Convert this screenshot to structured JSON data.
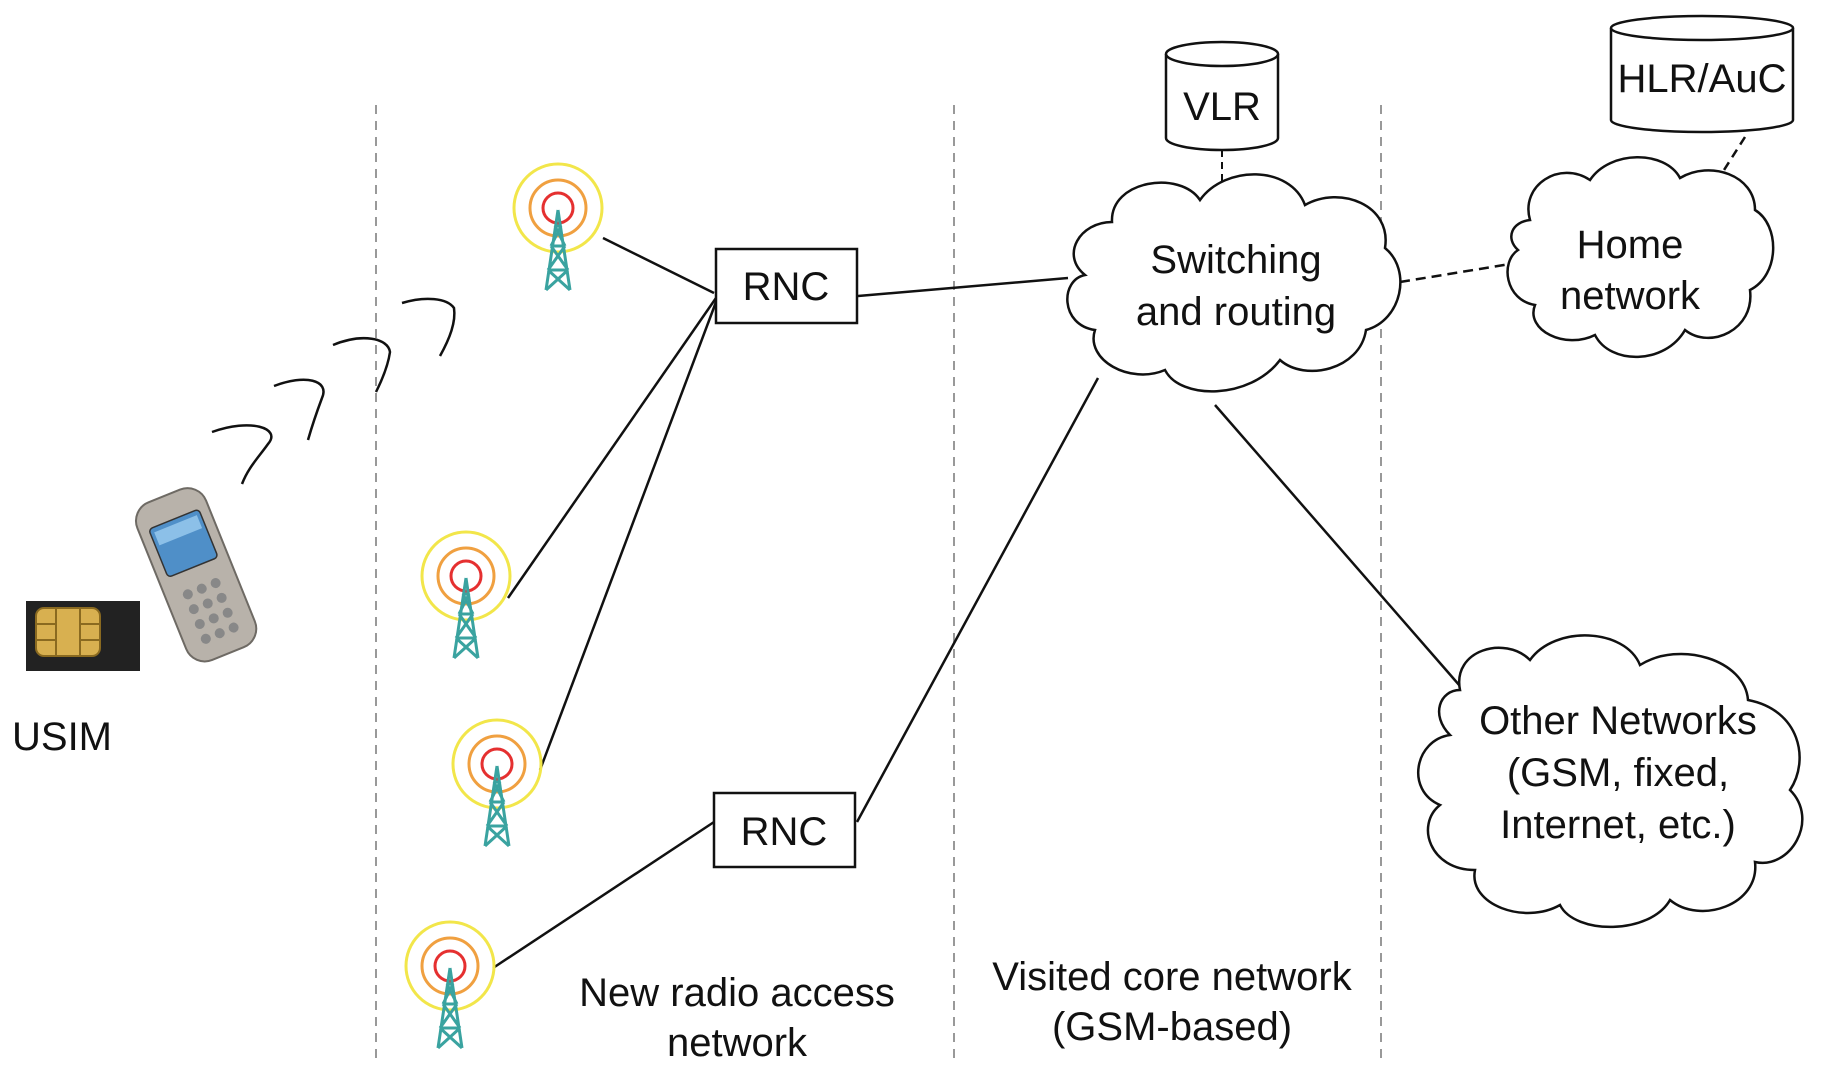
{
  "diagram": {
    "usim_label": "USIM",
    "rnc_top_label": "RNC",
    "rnc_bottom_label": "RNC",
    "vlr_label": "VLR",
    "hlr_label": "HLR/AuC",
    "switching_line1": "Switching",
    "switching_line2": "and routing",
    "home_line1": "Home",
    "home_line2": "network",
    "other_line1": "Other Networks",
    "other_line2": "(GSM, fixed,",
    "other_line3": "Internet, etc.)",
    "ran_caption_line1": "New radio access",
    "ran_caption_line2": "network",
    "core_caption_line1": "Visited core network",
    "core_caption_line2": "(GSM-based)"
  },
  "colors": {
    "line": "#111111",
    "divider": "#999999",
    "tower": "#3aa3a0",
    "signal_outer": "#f2e64a",
    "signal_mid": "#f0a040",
    "signal_inner": "#e53030",
    "phone_body": "#b8b2aa",
    "phone_screen": "#4f8fc8",
    "sim_body": "#222222",
    "sim_chip": "#d8b050"
  },
  "icons": [
    "usim-card-icon",
    "mobile-phone-icon",
    "radio-waves-icon",
    "base-station-icon",
    "database-icon",
    "cloud-icon"
  ]
}
